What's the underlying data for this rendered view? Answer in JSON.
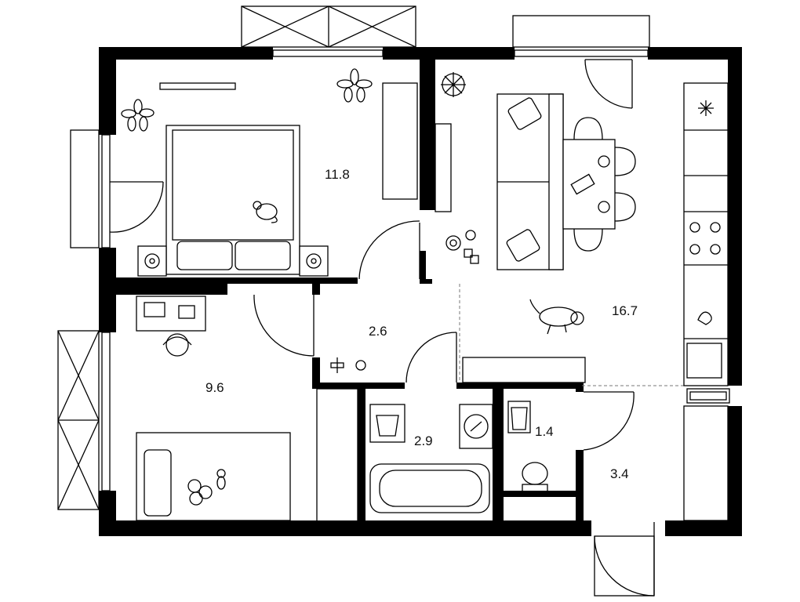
{
  "colors": {
    "wall": "#000000",
    "line": "#000000",
    "background": "#ffffff"
  },
  "rooms": [
    {
      "id": "bedroom",
      "area": "11.8"
    },
    {
      "id": "living-kitchen",
      "area": "16.7"
    },
    {
      "id": "hall",
      "area": "2.6"
    },
    {
      "id": "kids-room",
      "area": "9.6"
    },
    {
      "id": "bathroom",
      "area": "2.9"
    },
    {
      "id": "toilet",
      "area": "1.4"
    },
    {
      "id": "entrance",
      "area": "3.4"
    }
  ]
}
